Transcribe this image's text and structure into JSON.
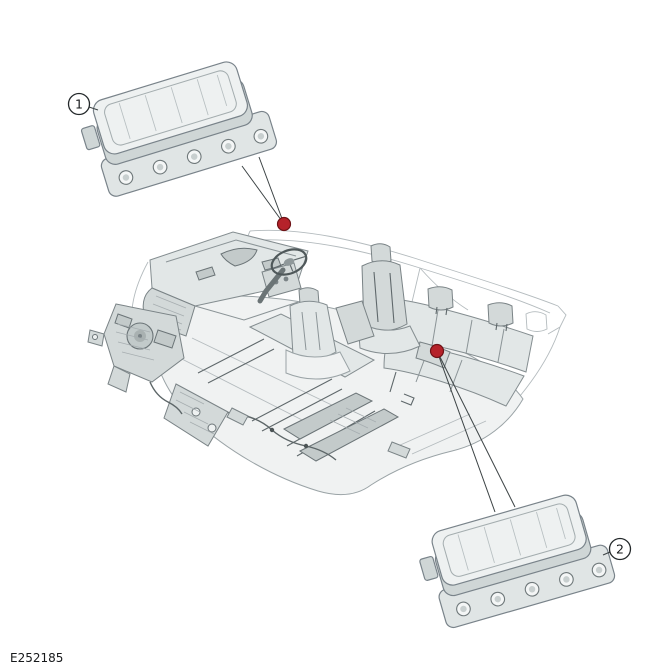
{
  "figure": {
    "reference_code": "E252185",
    "callouts": [
      {
        "label": "1"
      },
      {
        "label": "2"
      }
    ],
    "colors": {
      "marker_red": "#b5222a",
      "line_gray": "#8b9497",
      "background": "#ffffff"
    }
  }
}
